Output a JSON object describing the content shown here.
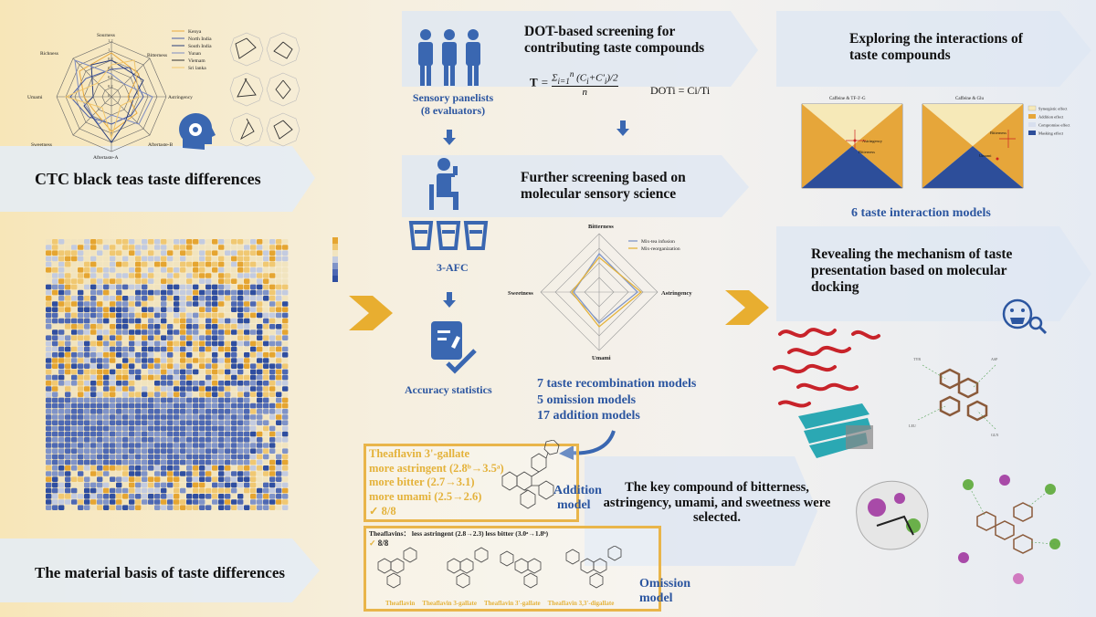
{
  "panel1": {
    "title": "CTC black teas taste differences",
    "radar_axes": [
      "Sourness",
      "Bitterness",
      "Astringency",
      "Aftertaste-B",
      "Aftertaste-A",
      "Sweetness",
      "Umami",
      "Richness"
    ],
    "radar_ticks": [
      "1.2",
      "1",
      "0.8",
      "0.6",
      "0.4",
      "0.2",
      "0"
    ],
    "legend": [
      "Kenya",
      "North India",
      "South India",
      "Yunan",
      "Vietnam",
      "Sri lanka"
    ]
  },
  "panel2": {
    "title": "The material basis of taste differences"
  },
  "panel3": {
    "title": "DOT-based screening for contributing taste compounds",
    "formula_T": "T = Σ(Ci + C'i)/2 / n",
    "formula_dot": "DOTi = Ci/Ti",
    "panelists": "Sensory panelists (8 evaluators)",
    "afc": "3-AFC",
    "accuracy": "Accuracy statistics"
  },
  "panel4": {
    "title": "Further screening based on molecular sensory science",
    "radar_axes": [
      "Bitterness",
      "Astringency",
      "Umami",
      "Sweetness"
    ],
    "legend": [
      "Mix-tea infusion",
      "Mix-reorganization"
    ],
    "models": [
      "7 taste recombination models",
      "5 omission models",
      "17 addition models"
    ]
  },
  "addition": {
    "lines": [
      "Theaflavin 3'-gallate",
      "more astringent (2.8ᵇ→3.5ᵃ)",
      "more bitter (2.7→3.1)",
      "more umami (2.5→2.6)"
    ],
    "score": "8/8",
    "label_1": "Addition",
    "label_2": "model"
  },
  "omission": {
    "header": "Theaflavins： less astringent (2.8→2.3) less bitter (3.0ᵃ→1.8ᵇ)",
    "score": "8/8",
    "compounds": [
      "Theaflavin",
      "Theaflavin 3-gallate",
      "Theaflavin 3'-gallate",
      "Theaflavin 3,3'-digallate"
    ],
    "label_1": "Omission",
    "label_2": "model"
  },
  "key_compound": "The key compound of bitterness, astringency, umami, and sweetness were selected.",
  "panel5": {
    "title": "Exploring the interactions of taste compounds",
    "chart1_title": "Caffeine & TF-3'-G",
    "chart2_title": "Caffeine & Glu",
    "legend": [
      "Synergistic effect",
      "Addition effect",
      "Compromise effect",
      "Masking effect"
    ],
    "chart1_labels": [
      "Astringency",
      "Bitterness"
    ],
    "chart2_labels": [
      "Bitterness",
      "Umami"
    ],
    "models": "6 taste interaction models"
  },
  "panel6": {
    "title": "Revealing the mechanism of taste presentation based on molecular docking"
  },
  "colors": {
    "blue": "#2c56a0",
    "gold": "#e4b23a",
    "bg_left": "#f6e9c4",
    "bg_right": "#e8edf5"
  }
}
